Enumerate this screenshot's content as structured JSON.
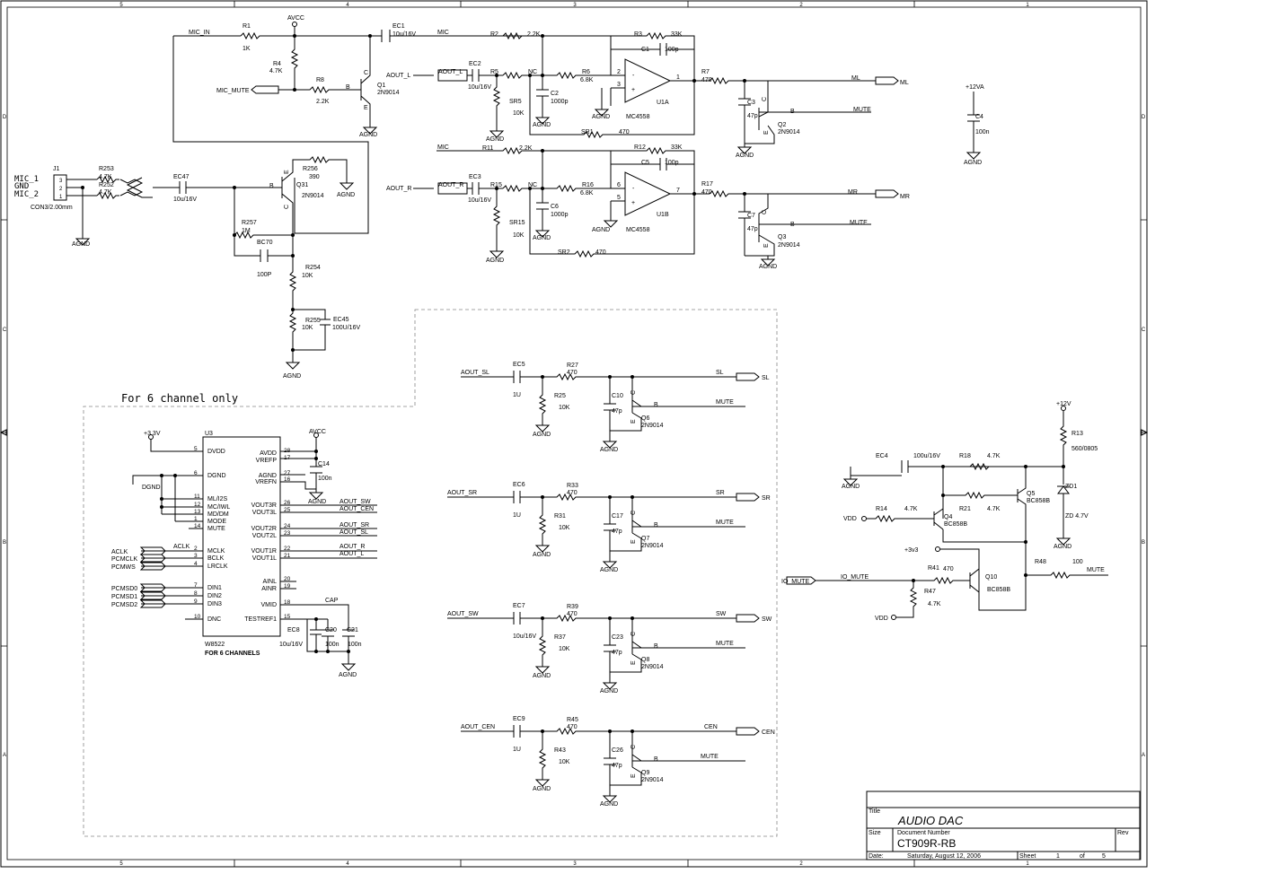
{
  "frame": {
    "columns": [
      "5",
      "4",
      "3",
      "2",
      "1"
    ],
    "rows": [
      "D",
      "C",
      "B",
      "A"
    ]
  },
  "title_block": {
    "title_label": "Title",
    "title": "AUDIO DAC",
    "size_label": "Size",
    "docnum_label": "Document Number",
    "docnum": "CT909R-RB",
    "rev_label": "Rev",
    "date_label": "Date:",
    "date": "Saturday, August 12, 2006",
    "sheet_label": "Sheet",
    "sheet": "1",
    "of_label": "of",
    "of": "5"
  },
  "six_channel_note": "For 6 channel only",
  "mic": {
    "connector": {
      "ref": "J1",
      "part": "CON3/2.00mm",
      "pins": [
        "3",
        "2",
        "1"
      ],
      "labels": [
        "MIC_1",
        "GND",
        "MIC_2"
      ]
    },
    "r253": {
      "ref": "R253",
      "val": "4.7K"
    },
    "r252": {
      "ref": "R252",
      "val": "4.7K"
    },
    "ec47": {
      "ref": "EC47",
      "val": "10u/16V"
    },
    "q31": {
      "ref": "Q31",
      "part": "2N9014"
    },
    "r256": {
      "ref": "R256",
      "val": "390"
    },
    "r257": {
      "ref": "R257",
      "val": "1M"
    },
    "bc70": {
      "ref": "BC70",
      "val": "100P"
    },
    "r254": {
      "ref": "R254",
      "val": "10K"
    },
    "r255": {
      "ref": "R255",
      "val": "10K"
    },
    "ec45": {
      "ref": "EC45",
      "val": "100U/16V"
    },
    "r1": {
      "ref": "R1",
      "val": "1K"
    },
    "r4": {
      "ref": "R4",
      "val": "4.7K"
    },
    "r8": {
      "ref": "R8",
      "val": "2.2K"
    },
    "q1": {
      "ref": "Q1",
      "part": "2N9014"
    },
    "ec1": {
      "ref": "EC1",
      "val": "10u/16V"
    },
    "avcc": "AVCC",
    "mic_in": "MIC_IN",
    "mic_mute": "MIC_MUTE",
    "mic": "MIC"
  },
  "agnd": "AGND",
  "dgnd": "DGND",
  "pin_b": "B",
  "pin_c": "C",
  "pin_e": "E",
  "pm": [
    "-",
    "+",
    "+"
  ],
  "left_ch": {
    "aout": "AOUT_L",
    "ec2": {
      "ref": "EC2",
      "val": "10u/16V"
    },
    "r5": {
      "ref": "R5",
      "val": "NC"
    },
    "sr5": {
      "ref": "SR5",
      "val": "10K"
    },
    "c2": {
      "ref": "C2",
      "val": "1000p"
    },
    "r6": {
      "ref": "R6",
      "val": "6.8K"
    },
    "r2": {
      "ref": "R2",
      "val": "2.2K"
    },
    "r3": {
      "ref": "R3",
      "val": "33K"
    },
    "c1": {
      "ref": "C1",
      "val": "100p"
    },
    "u": {
      "ref": "U1A",
      "part": "MC4558",
      "pins": [
        "2",
        "3",
        "1"
      ]
    },
    "sr1": {
      "ref": "SR1",
      "val": "470"
    },
    "r7": {
      "ref": "R7",
      "val": "470"
    },
    "c3": {
      "ref": "C3",
      "val": "47p"
    },
    "q": {
      "ref": "Q2",
      "part": "2N9014"
    },
    "mute": "MUTE",
    "out": "ML"
  },
  "right_ch": {
    "aout": "AOUT_R",
    "mic": "MIC",
    "ec3": {
      "ref": "EC3",
      "val": "10u/16V"
    },
    "r15": {
      "ref": "R15",
      "val": "NC"
    },
    "sr15": {
      "ref": "SR15",
      "val": "10K"
    },
    "c6": {
      "ref": "C6",
      "val": "1000p"
    },
    "r16": {
      "ref": "R16",
      "val": "6.8K"
    },
    "r11": {
      "ref": "R11",
      "val": "2.2K"
    },
    "r12": {
      "ref": "R12",
      "val": "33K"
    },
    "c5": {
      "ref": "C5",
      "val": "100p"
    },
    "u": {
      "ref": "U1B",
      "part": "MC4558",
      "pins": [
        "6",
        "5",
        "7"
      ]
    },
    "sr2": {
      "ref": "SR2",
      "val": "470"
    },
    "r17": {
      "ref": "R17",
      "val": "470"
    },
    "c7": {
      "ref": "C7",
      "val": "47p"
    },
    "q": {
      "ref": "Q3",
      "part": "2N9014"
    },
    "mute": "MUTE",
    "out": "MR"
  },
  "c4": {
    "supply": "+12VA",
    "ref": "C4",
    "val": "100n"
  },
  "channels": [
    {
      "net": "AOUT_SL",
      "ec": "EC5",
      "ec_val": "1U",
      "r": "R27",
      "r_val": "470",
      "rg": "R25",
      "rg_val": "10K",
      "c": "C10",
      "c_val": "47p",
      "q": "Q6",
      "q_part": "2N9014",
      "mute": "MUTE",
      "out": "SL"
    },
    {
      "net": "AOUT_SR",
      "ec": "EC6",
      "ec_val": "1U",
      "r": "R33",
      "r_val": "470",
      "rg": "R31",
      "rg_val": "10K",
      "c": "C17",
      "c_val": "47p",
      "q": "Q7",
      "q_part": "2N9014",
      "mute": "MUTE",
      "out": "SR"
    },
    {
      "net": "AOUT_SW",
      "ec": "EC7",
      "ec_val": "10u/16V",
      "r": "R39",
      "r_val": "470",
      "rg": "R37",
      "rg_val": "10K",
      "c": "C23",
      "c_val": "47p",
      "q": "Q8",
      "q_part": "2N9014",
      "mute": "MUTE",
      "out": "SW"
    },
    {
      "net": "AOUT_CEN",
      "ec": "EC9",
      "ec_val": "1U",
      "r": "R45",
      "r_val": "470",
      "rg": "R43",
      "rg_val": "10K",
      "c": "C26",
      "c_val": "47p",
      "q": "Q9",
      "q_part": "2N9014",
      "mute": "MUTE",
      "out": "CEN"
    }
  ],
  "dac": {
    "ref": "U3",
    "part": "W8522",
    "note": "FOR 6 CHANNELS",
    "supply_33": "+3.3V",
    "avcc": "AVCC",
    "c14": {
      "ref": "C14",
      "val": "100n"
    },
    "ec8": {
      "ref": "EC8",
      "val": "10u/16V"
    },
    "c20": {
      "ref": "C20",
      "val": "100n"
    },
    "c21": {
      "ref": "C21",
      "val": "100n"
    },
    "cap": "CAP",
    "left_pins": [
      {
        "num": "5",
        "name": "DVDD"
      },
      {
        "num": "6",
        "name": "DGND"
      },
      {
        "num": "11",
        "name": "ML/I2S"
      },
      {
        "num": "12",
        "name": "MC/IWL"
      },
      {
        "num": "13",
        "name": "MD/DM"
      },
      {
        "num": "1",
        "name": "MODE"
      },
      {
        "num": "14",
        "name": "MUTE"
      },
      {
        "num": "2",
        "name": "MCLK"
      },
      {
        "num": "3",
        "name": "BCLK"
      },
      {
        "num": "4",
        "name": "LRCLK"
      },
      {
        "num": "7",
        "name": "DIN1"
      },
      {
        "num": "8",
        "name": "DIN2"
      },
      {
        "num": "9",
        "name": "DIN3"
      },
      {
        "num": "10",
        "name": "DNC"
      }
    ],
    "right_pins": [
      {
        "num": "28",
        "name": "AVDD"
      },
      {
        "num": "17",
        "name": "VREFP"
      },
      {
        "num": "27",
        "name": "AGND"
      },
      {
        "num": "16",
        "name": "VREFN"
      },
      {
        "num": "26",
        "name": "VOUT3R"
      },
      {
        "num": "25",
        "name": "VOUT3L"
      },
      {
        "num": "24",
        "name": "VOUT2R"
      },
      {
        "num": "23",
        "name": "VOUT2L"
      },
      {
        "num": "22",
        "name": "VOUT1R"
      },
      {
        "num": "21",
        "name": "VOUT1L"
      },
      {
        "num": "20",
        "name": "AINL"
      },
      {
        "num": "19",
        "name": "AINR"
      },
      {
        "num": "18",
        "name": "VMID"
      },
      {
        "num": "15",
        "name": "TESTREF1"
      }
    ],
    "out_nets": [
      "AOUT_SW",
      "AOUT_CEN",
      "AOUT_SR",
      "AOUT_SL",
      "AOUT_R",
      "AOUT_L"
    ],
    "in_ports": [
      "ACLK",
      "PCMCLK",
      "PCMWS",
      "PCMSD0",
      "PCMSD1",
      "PCMSD2"
    ],
    "aclk_net": "ACLK"
  },
  "mute_ckt": {
    "supply_12": "+12V",
    "r13": {
      "ref": "R13",
      "val": "560/0805"
    },
    "ec4": {
      "ref": "EC4",
      "val": "100u/16V"
    },
    "r18": {
      "ref": "R18",
      "val": "4.7K"
    },
    "r21": {
      "ref": "R21",
      "val": "4.7K"
    },
    "q5": {
      "ref": "Q5",
      "part": "BC858B"
    },
    "zd1": {
      "ref": "ZD1",
      "val": "ZD 4.7V"
    },
    "r14": {
      "ref": "R14",
      "val": "4.7K"
    },
    "q4": {
      "ref": "Q4",
      "part": "BC858B"
    },
    "vdd": "VDD",
    "v3v3": "+3v3",
    "r41": {
      "ref": "R41",
      "val": "470"
    },
    "r47": {
      "ref": "R47",
      "val": "4.7K"
    },
    "q10": {
      "ref": "Q10",
      "part": "BC858B"
    },
    "r48": {
      "ref": "R48",
      "val": "100"
    },
    "io_mute": "IO_MUTE",
    "mute": "MUTE"
  }
}
